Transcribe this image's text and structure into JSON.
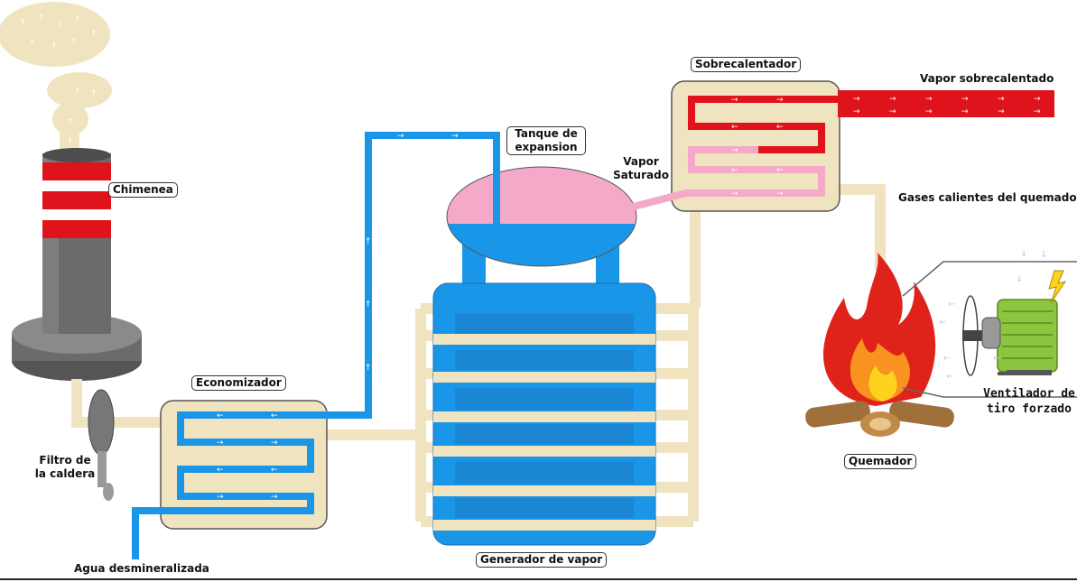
{
  "colors": {
    "cold_water": "#1a96e8",
    "saturated_steam": "#f4a9c9",
    "superheated_steam": "#e0131c",
    "hot_gas": "#f0e3bf",
    "gas_outline": "#d9c9a0",
    "chimney_gray": "#6b6b6b",
    "chimney_red": "#e0131c",
    "flame_red": "#e0231a",
    "flame_orange": "#f7931e",
    "flame_yellow": "#ffd21f",
    "fan_green": "#8cc63f"
  },
  "labels": {
    "chimenea": "Chimenea",
    "economizador": "Economizador",
    "filtro_line1": "Filtro de",
    "filtro_line2": "la caldera",
    "agua": "Agua desmineralizada",
    "tanque_line1": "Tanque de",
    "tanque_line2": "expansion",
    "vapor_sat_line1": "Vapor",
    "vapor_sat_line2": "Saturado",
    "sobrecalentador": "Sobrecalentador",
    "vapor_sobre": "Vapor sobrecalentado",
    "gases": "Gases calientes del quemador",
    "ventilador_line1": "Ventilador de",
    "ventilador_line2": "tiro forzado",
    "quemador": "Quemador",
    "generador": "Generador de vapor"
  },
  "icons": {
    "chimney": "chimney-icon",
    "smoke": "smoke-plume-icon",
    "filter": "boiler-filter-icon",
    "flame": "flame-icon",
    "logs": "firewood-icon",
    "fan": "fan-icon",
    "motor": "electric-motor-icon",
    "lightning": "lightning-icon"
  }
}
